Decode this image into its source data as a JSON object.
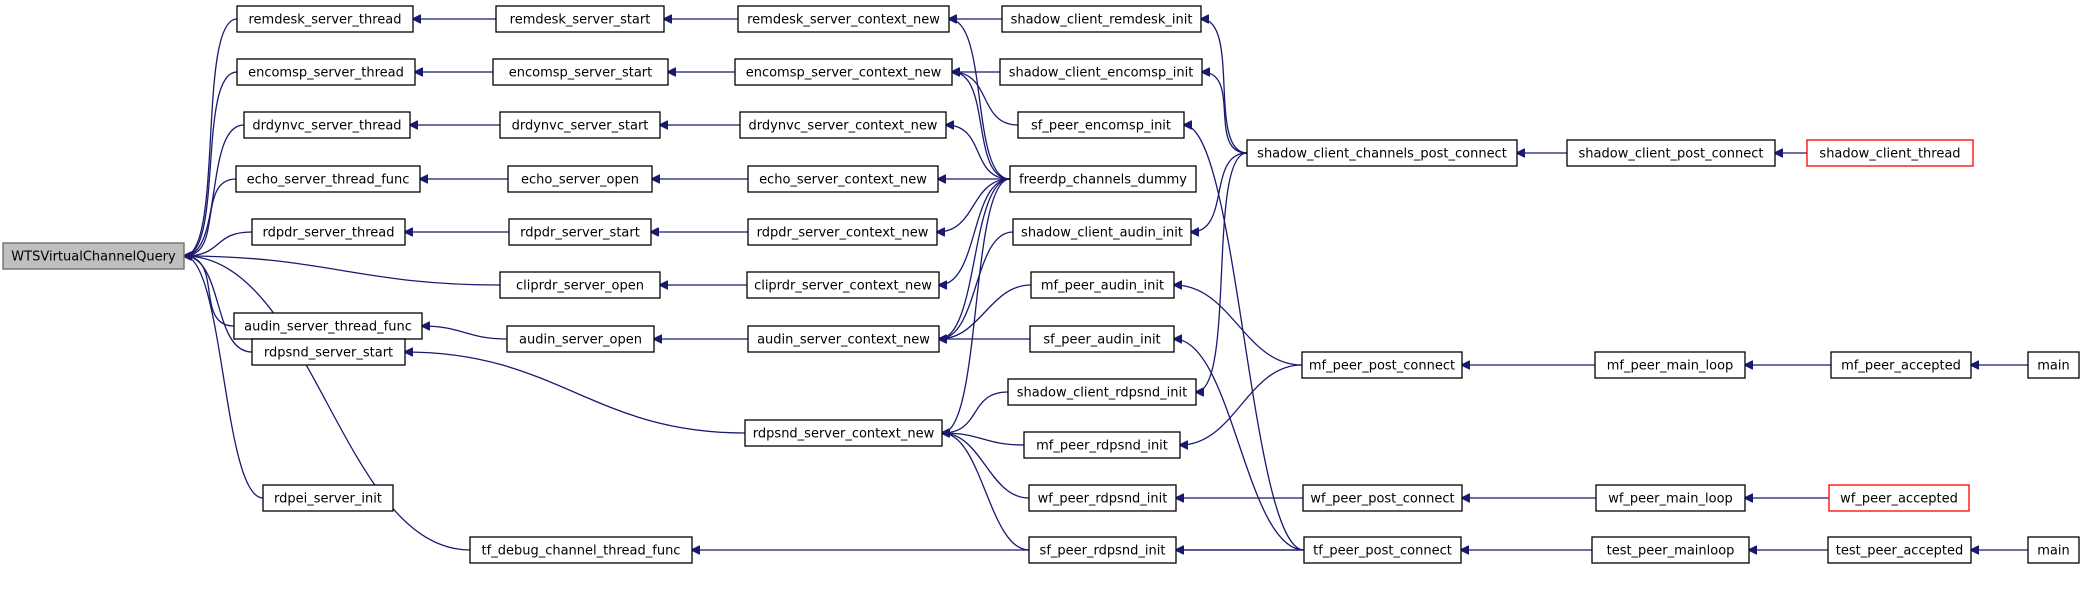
{
  "colors": {
    "edge": "#191970",
    "node_border": "#000000",
    "root_fill": "#bfbfbf",
    "truncated_border": "#ff0000"
  },
  "nodes": [
    {
      "id": "n0",
      "label": "WTSVirtualChannelQuery"
    },
    {
      "id": "n1",
      "label": "remdesk_server_thread"
    },
    {
      "id": "n2",
      "label": "encomsp_server_thread"
    },
    {
      "id": "n3",
      "label": "drdynvc_server_thread"
    },
    {
      "id": "n4",
      "label": "echo_server_thread_func"
    },
    {
      "id": "n5",
      "label": "rdpdr_server_thread"
    },
    {
      "id": "n6",
      "label": "audin_server_thread_func"
    },
    {
      "id": "n7",
      "label": "rdpsnd_server_start"
    },
    {
      "id": "n8",
      "label": "rdpei_server_init"
    },
    {
      "id": "n9",
      "label": "remdesk_server_start"
    },
    {
      "id": "n10",
      "label": "encomsp_server_start"
    },
    {
      "id": "n11",
      "label": "drdynvc_server_start"
    },
    {
      "id": "n12",
      "label": "echo_server_open"
    },
    {
      "id": "n13",
      "label": "rdpdr_server_start"
    },
    {
      "id": "n14",
      "label": "cliprdr_server_open"
    },
    {
      "id": "n15",
      "label": "audin_server_open"
    },
    {
      "id": "n16",
      "label": "tf_debug_channel_thread_func"
    },
    {
      "id": "n17",
      "label": "remdesk_server_context_new"
    },
    {
      "id": "n18",
      "label": "encomsp_server_context_new"
    },
    {
      "id": "n19",
      "label": "drdynvc_server_context_new"
    },
    {
      "id": "n20",
      "label": "echo_server_context_new"
    },
    {
      "id": "n21",
      "label": "rdpdr_server_context_new"
    },
    {
      "id": "n22",
      "label": "cliprdr_server_context_new"
    },
    {
      "id": "n23",
      "label": "audin_server_context_new"
    },
    {
      "id": "n24",
      "label": "rdpsnd_server_context_new"
    },
    {
      "id": "n25",
      "label": "shadow_client_remdesk_init"
    },
    {
      "id": "n26",
      "label": "shadow_client_encomsp_init"
    },
    {
      "id": "n27",
      "label": "sf_peer_encomsp_init"
    },
    {
      "id": "n28",
      "label": "freerdp_channels_dummy"
    },
    {
      "id": "n29",
      "label": "shadow_client_audin_init"
    },
    {
      "id": "n30",
      "label": "mf_peer_audin_init"
    },
    {
      "id": "n31",
      "label": "sf_peer_audin_init"
    },
    {
      "id": "n32",
      "label": "shadow_client_rdpsnd_init"
    },
    {
      "id": "n33",
      "label": "mf_peer_rdpsnd_init"
    },
    {
      "id": "n34",
      "label": "wf_peer_rdpsnd_init"
    },
    {
      "id": "n35",
      "label": "sf_peer_rdpsnd_init"
    },
    {
      "id": "n36",
      "label": "shadow_client_channels_post_connect"
    },
    {
      "id": "n37",
      "label": "mf_peer_post_connect"
    },
    {
      "id": "n38",
      "label": "wf_peer_post_connect"
    },
    {
      "id": "n39",
      "label": "tf_peer_post_connect"
    },
    {
      "id": "n40",
      "label": "shadow_client_post_connect"
    },
    {
      "id": "n41",
      "label": "mf_peer_main_loop"
    },
    {
      "id": "n42",
      "label": "wf_peer_main_loop"
    },
    {
      "id": "n43",
      "label": "test_peer_mainloop"
    },
    {
      "id": "n44",
      "label": "shadow_client_thread"
    },
    {
      "id": "n45",
      "label": "mf_peer_accepted"
    },
    {
      "id": "n46",
      "label": "wf_peer_accepted"
    },
    {
      "id": "n47",
      "label": "test_peer_accepted"
    },
    {
      "id": "n48",
      "label": "main"
    },
    {
      "id": "n49",
      "label": "main"
    }
  ],
  "edges": [
    [
      "n1",
      "n0"
    ],
    [
      "n2",
      "n0"
    ],
    [
      "n3",
      "n0"
    ],
    [
      "n4",
      "n0"
    ],
    [
      "n5",
      "n0"
    ],
    [
      "n14",
      "n0"
    ],
    [
      "n6",
      "n0"
    ],
    [
      "n7",
      "n0"
    ],
    [
      "n8",
      "n0"
    ],
    [
      "n16",
      "n0"
    ],
    [
      "n9",
      "n1"
    ],
    [
      "n10",
      "n2"
    ],
    [
      "n11",
      "n3"
    ],
    [
      "n12",
      "n4"
    ],
    [
      "n13",
      "n5"
    ],
    [
      "n15",
      "n6"
    ],
    [
      "n24",
      "n7"
    ],
    [
      "n17",
      "n9"
    ],
    [
      "n18",
      "n10"
    ],
    [
      "n19",
      "n11"
    ],
    [
      "n20",
      "n12"
    ],
    [
      "n21",
      "n13"
    ],
    [
      "n22",
      "n14"
    ],
    [
      "n23",
      "n15"
    ],
    [
      "n39",
      "n16"
    ],
    [
      "n25",
      "n17"
    ],
    [
      "n28",
      "n17"
    ],
    [
      "n26",
      "n18"
    ],
    [
      "n27",
      "n18"
    ],
    [
      "n28",
      "n18"
    ],
    [
      "n28",
      "n19"
    ],
    [
      "n28",
      "n20"
    ],
    [
      "n28",
      "n21"
    ],
    [
      "n28",
      "n22"
    ],
    [
      "n28",
      "n23"
    ],
    [
      "n29",
      "n23"
    ],
    [
      "n30",
      "n23"
    ],
    [
      "n31",
      "n23"
    ],
    [
      "n28",
      "n24"
    ],
    [
      "n32",
      "n24"
    ],
    [
      "n33",
      "n24"
    ],
    [
      "n34",
      "n24"
    ],
    [
      "n35",
      "n24"
    ],
    [
      "n36",
      "n25"
    ],
    [
      "n36",
      "n26"
    ],
    [
      "n39",
      "n27"
    ],
    [
      "n36",
      "n29"
    ],
    [
      "n37",
      "n30"
    ],
    [
      "n39",
      "n31"
    ],
    [
      "n36",
      "n32"
    ],
    [
      "n37",
      "n33"
    ],
    [
      "n38",
      "n34"
    ],
    [
      "n39",
      "n35"
    ],
    [
      "n40",
      "n36"
    ],
    [
      "n41",
      "n37"
    ],
    [
      "n42",
      "n38"
    ],
    [
      "n43",
      "n39"
    ],
    [
      "n44",
      "n40"
    ],
    [
      "n45",
      "n41"
    ],
    [
      "n46",
      "n42"
    ],
    [
      "n47",
      "n43"
    ],
    [
      "n48",
      "n45"
    ],
    [
      "n49",
      "n47"
    ]
  ]
}
